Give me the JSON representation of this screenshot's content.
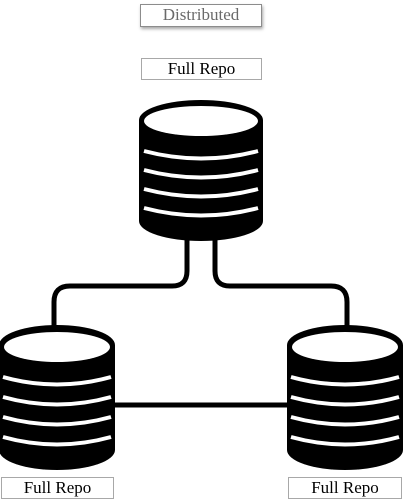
{
  "diagram": {
    "title": "Distributed",
    "nodes": [
      {
        "id": "top",
        "label": "Full Repo",
        "icon": "database-icon"
      },
      {
        "id": "left",
        "label": "Full Repo",
        "icon": "database-icon"
      },
      {
        "id": "right",
        "label": "Full Repo",
        "icon": "database-icon"
      }
    ],
    "edges": [
      {
        "from": "top",
        "to": "left"
      },
      {
        "from": "top",
        "to": "right"
      },
      {
        "from": "left",
        "to": "right"
      }
    ],
    "colors": {
      "shape_fill": "#000000",
      "shape_top": "#ffffff",
      "band": "#ffffff",
      "label_border": "#a8a8a8",
      "title_text": "#6a6a6a"
    }
  }
}
